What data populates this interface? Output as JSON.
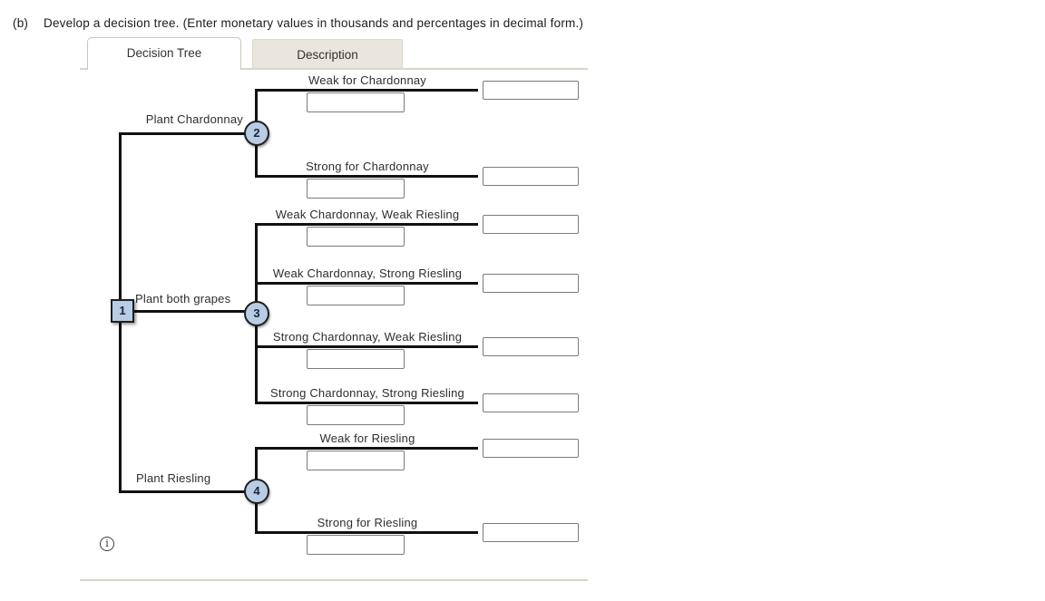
{
  "header": {
    "part_label": "(b)",
    "instruction": "Develop a decision tree. (Enter monetary values in thousands and percentages in decimal form.)"
  },
  "tabs": {
    "decision_tree": "Decision Tree",
    "description": "Description"
  },
  "tree": {
    "root_node": "1",
    "decision_branches": [
      {
        "label": "Plant Chardonnay",
        "node": "2"
      },
      {
        "label": "Plant both grapes",
        "node": "3"
      },
      {
        "label": "Plant Riesling",
        "node": "4"
      }
    ],
    "outcome_branches": [
      {
        "label": "Weak for Chardonnay",
        "probability": "",
        "payoff": ""
      },
      {
        "label": "Strong for Chardonnay",
        "probability": "",
        "payoff": ""
      },
      {
        "label": "Weak Chardonnay, Weak Riesling",
        "probability": "",
        "payoff": ""
      },
      {
        "label": "Weak Chardonnay, Strong Riesling",
        "probability": "",
        "payoff": ""
      },
      {
        "label": "Strong Chardonnay, Weak Riesling",
        "probability": "",
        "payoff": ""
      },
      {
        "label": "Strong Chardonnay, Strong Riesling",
        "probability": "",
        "payoff": ""
      },
      {
        "label": "Weak for Riesling",
        "probability": "",
        "payoff": ""
      },
      {
        "label": "Strong for Riesling",
        "probability": "",
        "payoff": ""
      }
    ]
  },
  "colors": {
    "node_fill": "#b8cce4",
    "node_border": "#1f1f1f",
    "branch_line": "#111111",
    "tab_inactive_bg": "#e9e6dd",
    "divider": "#d9d5c7"
  },
  "footer": {
    "info_icon": "i"
  }
}
